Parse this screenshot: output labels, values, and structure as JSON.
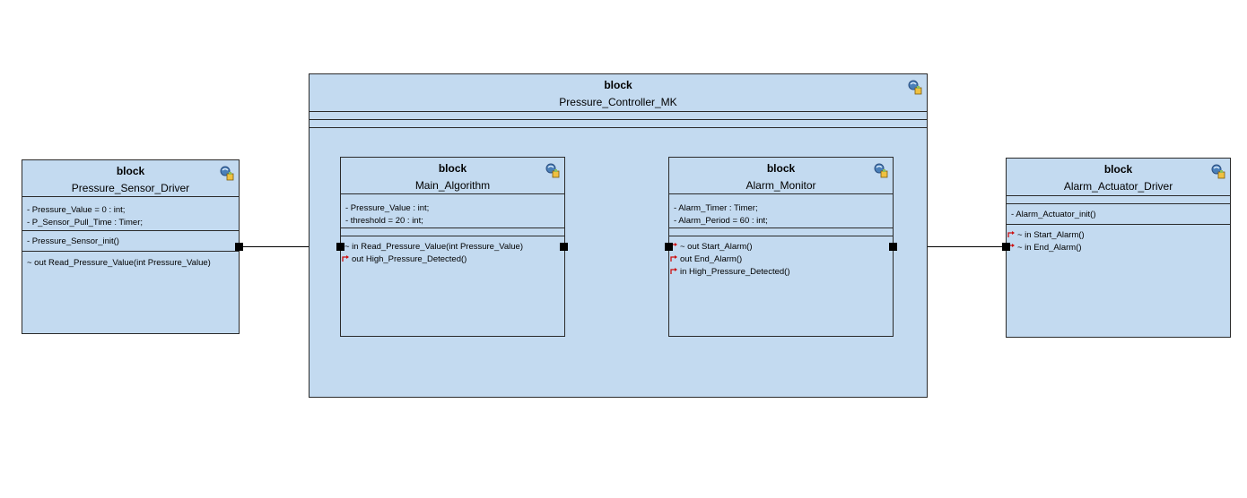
{
  "blocks": {
    "sensor": {
      "stereotype": "block",
      "name": "Pressure_Sensor_Driver",
      "attributes": [
        "- Pressure_Value = 0 : int;",
        "- P_Sensor_Pull_Time : Timer;"
      ],
      "operations": [
        "- Pressure_Sensor_init()"
      ],
      "ports": [
        "~ out Read_Pressure_Value(int Pressure_Value)"
      ]
    },
    "controller": {
      "stereotype": "block",
      "name": "Pressure_Controller_MK"
    },
    "algorithm": {
      "stereotype": "block",
      "name": "Main_Algorithm",
      "attributes": [
        "- Pressure_Value : int;",
        "- threshold = 20 : int;"
      ],
      "ports": [
        "~ in Read_Pressure_Value(int Pressure_Value)",
        "out High_Pressure_Detected()"
      ]
    },
    "monitor": {
      "stereotype": "block",
      "name": "Alarm_Monitor",
      "attributes": [
        "- Alarm_Timer : Timer;",
        "- Alarm_Period = 60 : int;"
      ],
      "ports": [
        "~ out Start_Alarm()",
        "out End_Alarm()",
        "in High_Pressure_Detected()"
      ]
    },
    "actuator": {
      "stereotype": "block",
      "name": "Alarm_Actuator_Driver",
      "operations": [
        "- Alarm_Actuator_init()"
      ],
      "ports": [
        "~ in Start_Alarm()",
        "~ in End_Alarm()"
      ]
    }
  },
  "colors": {
    "block_fill": "#c3daf0",
    "border": "#2a2a2a",
    "port": "#000000",
    "marker": "#cc1111"
  },
  "icons": [
    "block-icon",
    "port-arrow-icon"
  ]
}
